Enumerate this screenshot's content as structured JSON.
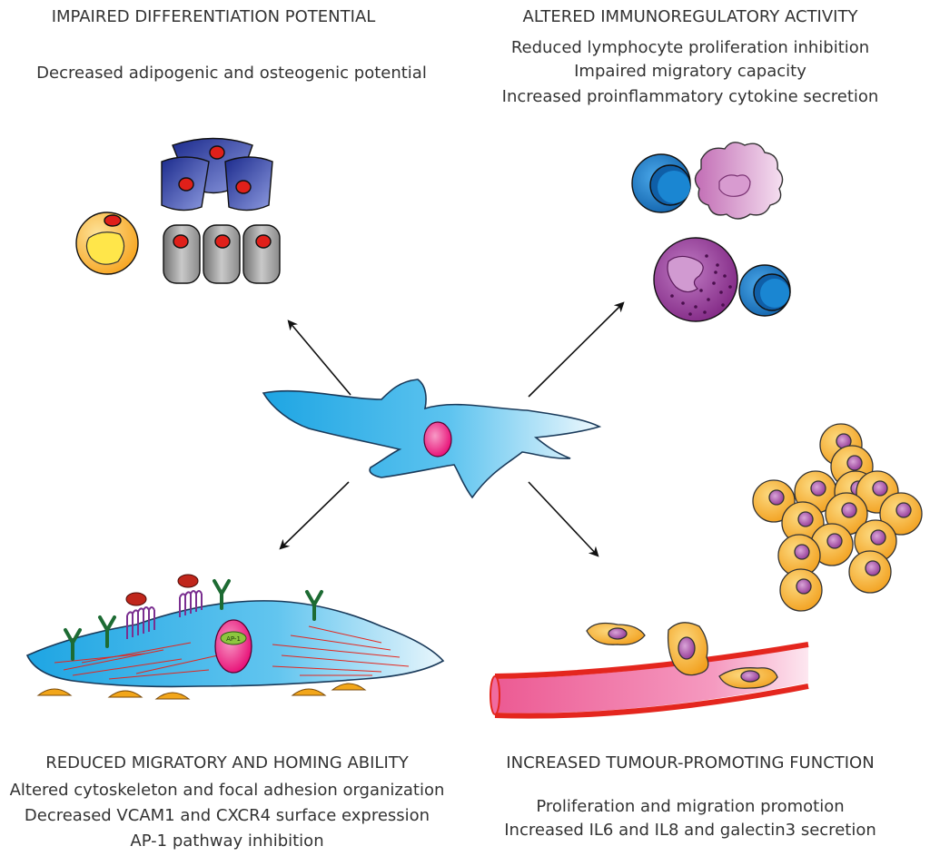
{
  "panels": {
    "top_left": {
      "heading": "IMPAIRED DIFFERENTIATION POTENTIAL",
      "lines": [
        "Decreased adipogenic and osteogenic potential"
      ]
    },
    "top_right": {
      "heading": "ALTERED IMMUNOREGULATORY ACTIVITY",
      "lines": [
        "Reduced lymphocyte proliferation inhibition",
        "Impaired migratory capacity",
        "Increased proinflammatory cytokine secretion"
      ]
    },
    "bottom_left": {
      "heading": "REDUCED MIGRATORY AND HOMING ABILITY",
      "lines": [
        "Altered cytoskeleton and focal adhesion organization",
        "Decreased VCAM1 and CXCR4 surface expression",
        "AP-1 pathway inhibition"
      ]
    },
    "bottom_right": {
      "heading": "INCREASED TUMOUR-PROMOTING FUNCTION",
      "lines": [
        "Proliferation and migration promotion",
        "Increased IL6 and IL8 and galectin3 secretion"
      ]
    }
  },
  "nucleus_label": "AP-1",
  "colors": {
    "msc_blue": "#29a9e1",
    "nucleus_pink": "#e6006e",
    "osteo_navy": "#1b2a8c",
    "chondro_grey": "#8c8c8c",
    "adipo_orange": "#f7a21b",
    "lymph_blue": "#1776c4",
    "macro_pink": "#c56bb5",
    "gran_purple": "#8e2f8f",
    "tumour_orange": "#f7a829",
    "vessel_red": "#e4261e",
    "vessel_pink": "#f06b9f",
    "receptor_green": "#1d6b33",
    "integrin_purple": "#7a2f90",
    "ligand_red": "#c0261b",
    "focal_yellow": "#f2a61a",
    "arrow": "#111111"
  }
}
